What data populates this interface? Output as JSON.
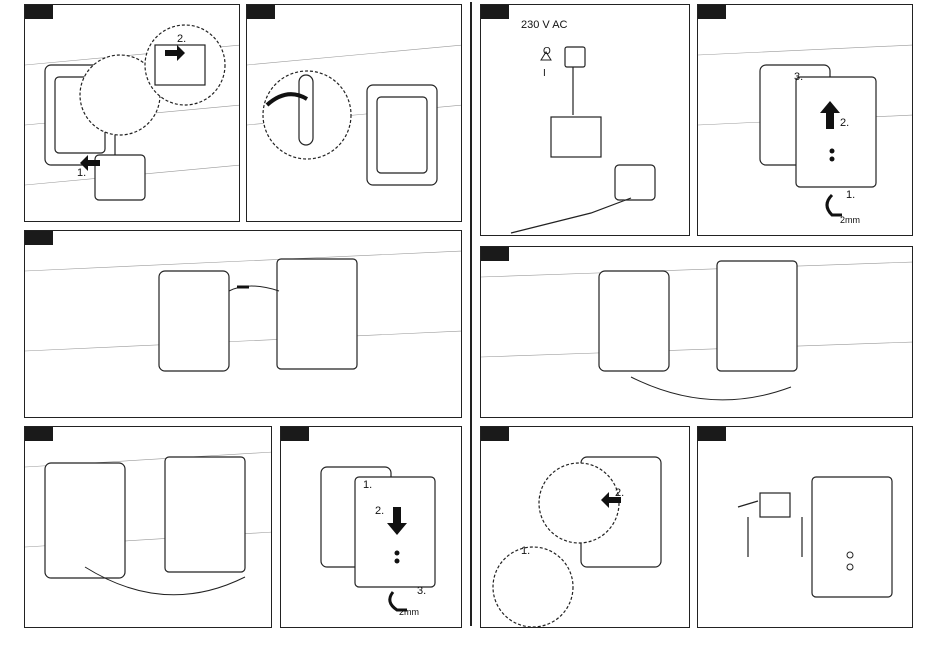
{
  "panels": [
    {
      "id": "p1"
    },
    {
      "id": "p2"
    },
    {
      "id": "p3"
    },
    {
      "id": "p4"
    },
    {
      "id": "p5"
    },
    {
      "id": "p6"
    },
    {
      "id": "p7"
    },
    {
      "id": "p8"
    },
    {
      "id": "p9"
    },
    {
      "id": "p10"
    }
  ],
  "labels": {
    "p1_step1": "1.",
    "p1_step2": "2.",
    "p3_voltage": "230 V AC",
    "p3_switch_on": "O",
    "p3_switch_off": "I",
    "p4_step1": "1.",
    "p4_step2": "2.",
    "p4_step3": "3.",
    "p4_wrench": "2mm",
    "p8_step1": "1.",
    "p8_step2": "2.",
    "p8_step3": "3.",
    "p8_wrench": "2mm",
    "p9_step1": "1.",
    "p9_step2": "2."
  },
  "colors": {
    "line": "#222222",
    "tab": "#1a1a1a",
    "wall": "#999999"
  }
}
